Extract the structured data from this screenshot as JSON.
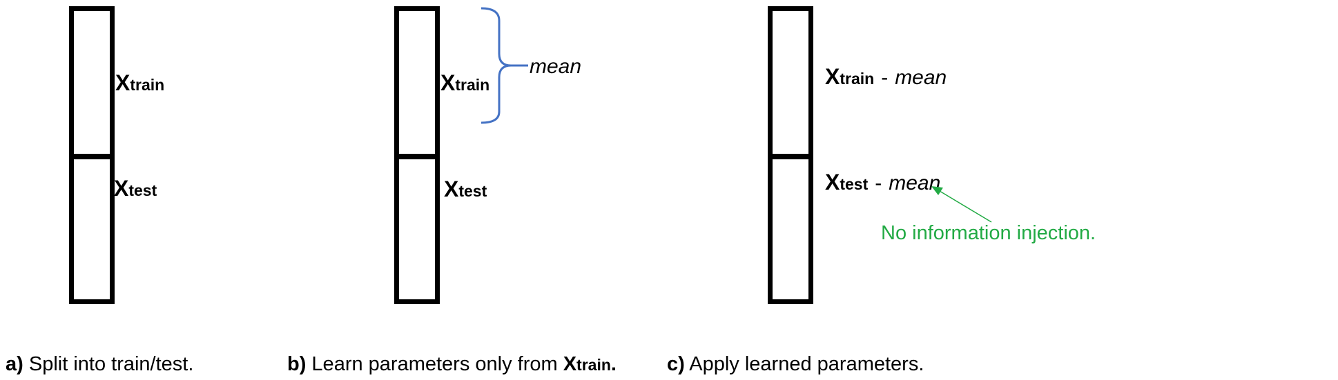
{
  "panels": [
    {
      "x_train": {
        "main": "X",
        "sub": "train"
      },
      "x_test": {
        "main": "X",
        "sub": "test"
      },
      "caption": {
        "prefix": "a)",
        "text": " Split into train/test."
      }
    },
    {
      "x_train": {
        "main": "X",
        "sub": "train"
      },
      "x_test": {
        "main": "X",
        "sub": "test"
      },
      "brace_label": "mean",
      "caption": {
        "prefix": "b)",
        "text": " Learn parameters only from ",
        "emph_main": "X",
        "emph_sub": "train",
        "suffix": "."
      }
    },
    {
      "x_train": {
        "main": "X",
        "sub": "train",
        "op": "-",
        "term": "mean"
      },
      "x_test": {
        "main": "X",
        "sub": "test",
        "op": "-",
        "term": "mean"
      },
      "note": "No information injection.",
      "caption": {
        "prefix": "c)",
        "text": " Apply learned parameters."
      }
    }
  ],
  "colors": {
    "column": "#000000",
    "brace": "#4472c4",
    "note": "#22aa44"
  }
}
